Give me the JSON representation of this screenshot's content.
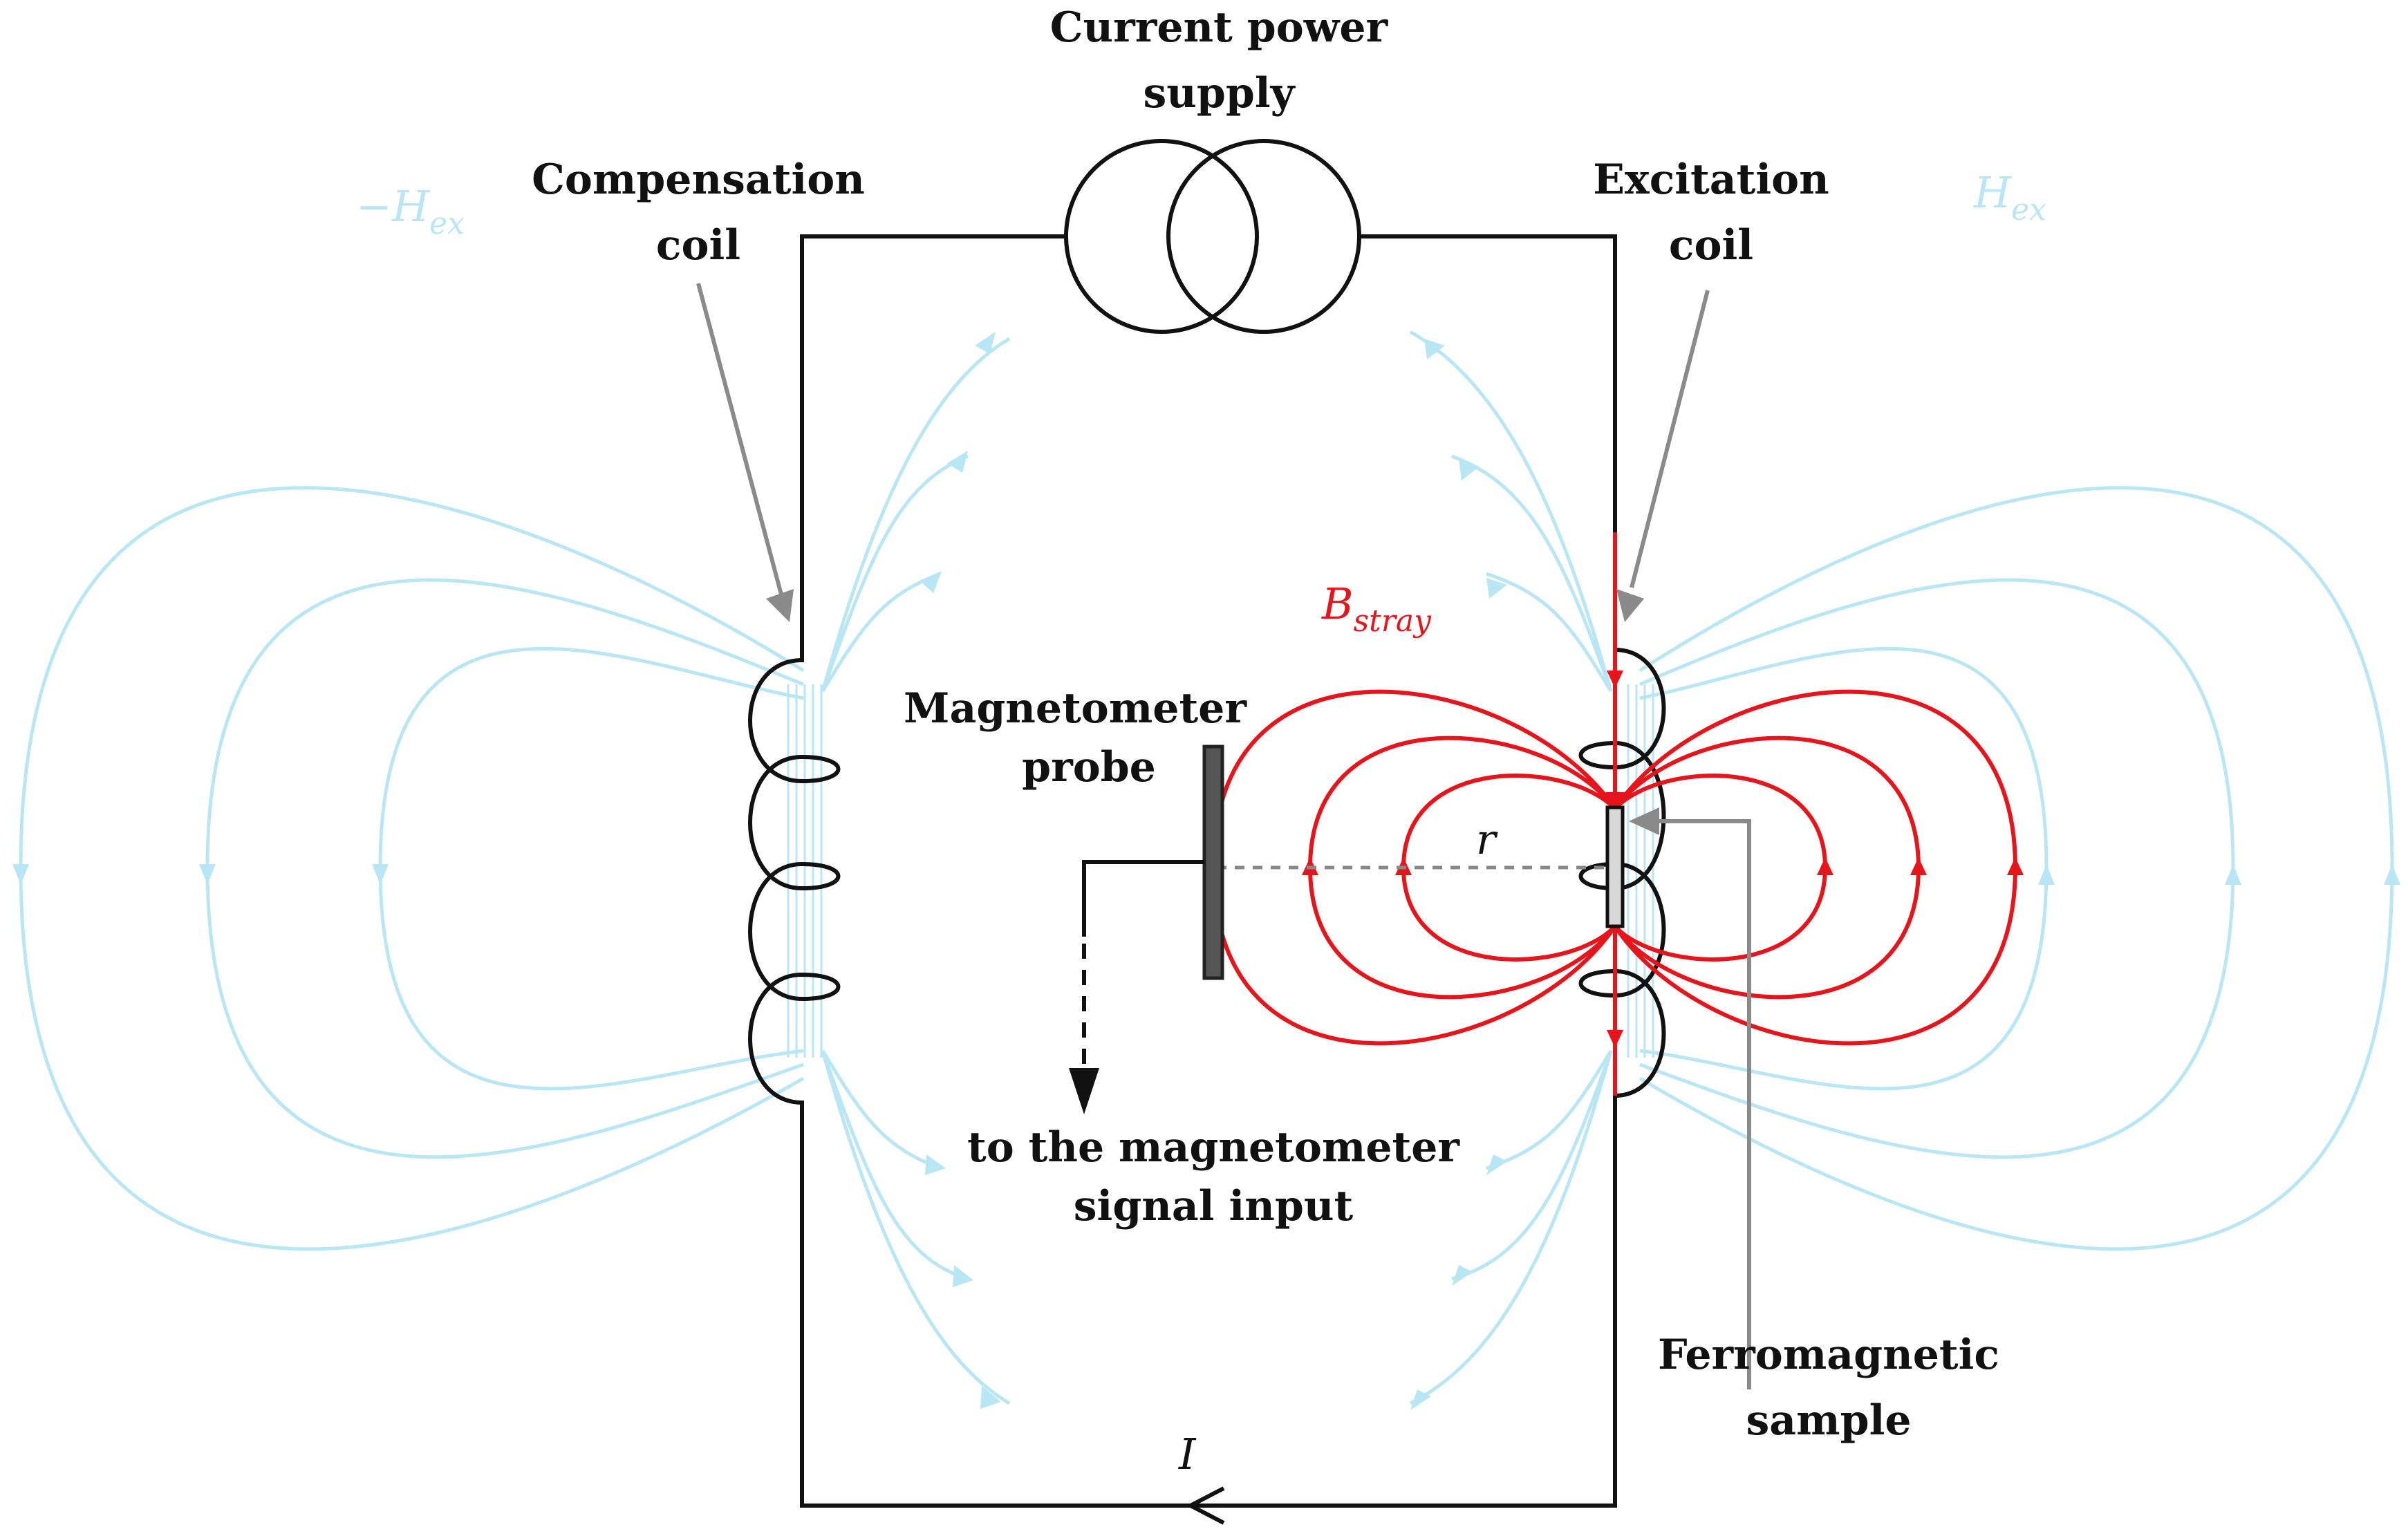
{
  "labels": {
    "power_supply_line1": "Current power",
    "power_supply_line2": "supply",
    "compensation_line1": "Compensation",
    "compensation_line2": "coil",
    "excitation_line1": "Excitation",
    "excitation_line2": "coil",
    "magnetometer_line1": "Magnetometer",
    "magnetometer_line2": "probe",
    "signal_line1": "to the magnetometer",
    "signal_line2": "signal input",
    "ferro_line1": "Ferromagnetic",
    "ferro_line2": "sample"
  },
  "symbols": {
    "neg_h_main": "−H",
    "neg_h_sub": "ex",
    "h_main": "H",
    "h_sub": "ex",
    "b_main": "B",
    "b_sub": "stray",
    "r": "r",
    "current": "I"
  },
  "colors": {
    "field_lines": "#b9e6f5",
    "stray_field": "#e8141c",
    "circuit": "#111111",
    "pointer": "#8a8a8a",
    "probe": "#555555"
  }
}
